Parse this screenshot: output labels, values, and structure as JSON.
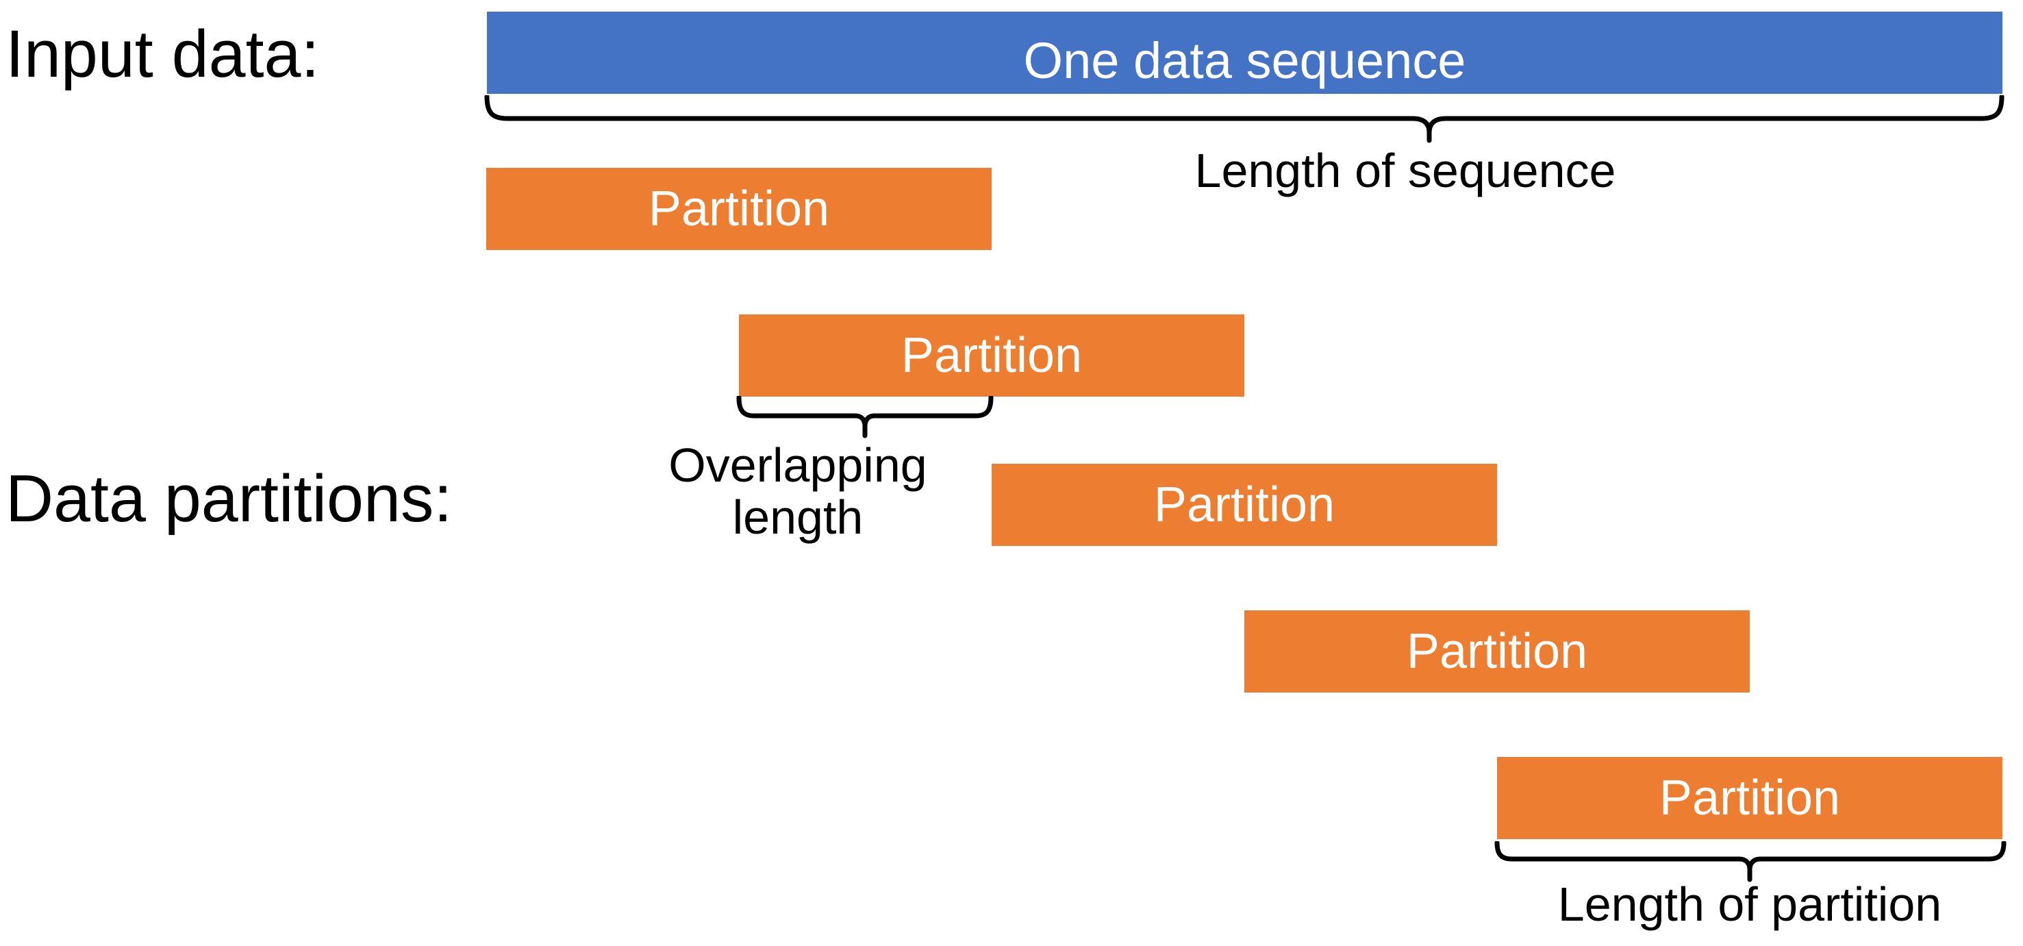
{
  "diagram": {
    "row_labels": {
      "input_data": "Input data:",
      "data_partitions": "Data partitions:"
    },
    "sequence_bar": {
      "label": "One data sequence"
    },
    "partition_bars": [
      {
        "label": "Partition"
      },
      {
        "label": "Partition"
      },
      {
        "label": "Partition"
      },
      {
        "label": "Partition"
      },
      {
        "label": "Partition"
      }
    ],
    "annotations": {
      "length_of_sequence": "Length of sequence",
      "overlapping_line1": "Overlapping",
      "overlapping_line2": "length",
      "length_of_partition": "Length of partition"
    },
    "colors": {
      "sequence_fill": "#4472C4",
      "partition_fill": "#ED7D31",
      "bar_text": "#FFFFFF",
      "annotation_text": "#000000",
      "brace_stroke": "#000000",
      "background": "#FFFFFF"
    }
  }
}
